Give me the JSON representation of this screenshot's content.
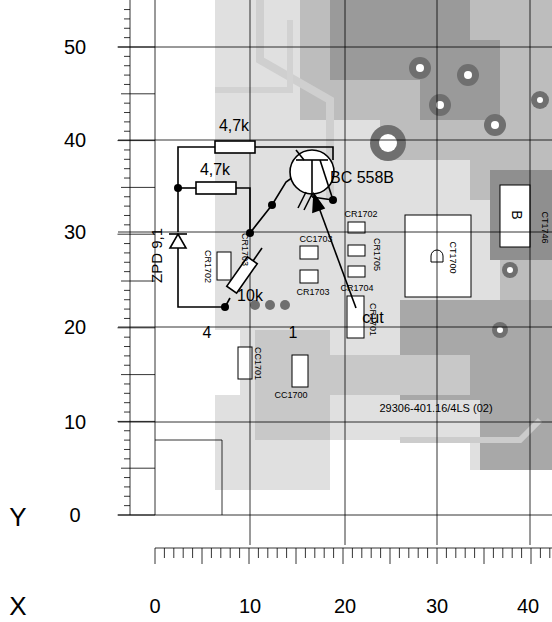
{
  "diagram": {
    "labels": [
      "50",
      "40",
      "30",
      "20",
      "10",
      "0",
      "Y",
      "X",
      "0",
      "10",
      "20",
      "30",
      "40",
      "4,7k",
      "4,7k",
      "BC 558B",
      "ZPD 9,1",
      "10k",
      "4",
      "1",
      "cut",
      "CR1702",
      "CR1703",
      "CC1703",
      "CR1703",
      "CR1702",
      "CR1705",
      "CR1704",
      "CR1701",
      "CT1700",
      "CC1701",
      "CC1700",
      "29306-401.16/4LS (02)",
      "CT1746",
      "B"
    ]
  }
}
